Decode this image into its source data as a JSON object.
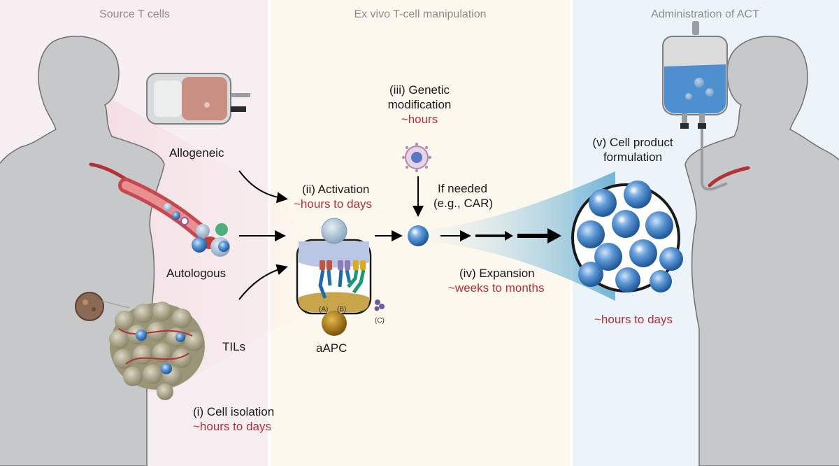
{
  "panels": {
    "source": {
      "title": "Source T cells"
    },
    "exvivo": {
      "title": "Ex vivo T-cell manipulation"
    },
    "admin": {
      "title": "Administration of ACT"
    }
  },
  "sources": {
    "allogeneic": "Allogeneic",
    "autologous": "Autologous",
    "tils": "TILs"
  },
  "steps": {
    "isolation": {
      "label": "(i) Cell isolation",
      "time": "~hours to days"
    },
    "activation": {
      "label": "(ii) Activation",
      "time": "~hours to days"
    },
    "genetic": {
      "label_line1": "(iii) Genetic",
      "label_line2": "modification",
      "time": "~hours"
    },
    "if_needed": {
      "line1": "If needed",
      "line2": "(e.g., CAR)"
    },
    "expansion": {
      "label": "(iv) Expansion",
      "time": "~weeks to months"
    },
    "formulation": {
      "label_line1": "(v) Cell product",
      "label_line2": "formulation",
      "time": "~hours to days"
    }
  },
  "aapc": {
    "label": "aAPC",
    "a": "(A)",
    "b": "(B)",
    "c": "(C)"
  },
  "colors": {
    "source_bg": "#f7eef1",
    "exvivo_bg": "#fcf8ee",
    "admin_bg": "#edf4f9",
    "time_red": "#b0313a",
    "cell_blue": "#4a86c8",
    "body_gray": "#c6c8ca"
  },
  "icons": [
    "blood-bag-icon",
    "iv-bag-icon",
    "virus-icon",
    "tumor-icon",
    "cell-icon"
  ]
}
